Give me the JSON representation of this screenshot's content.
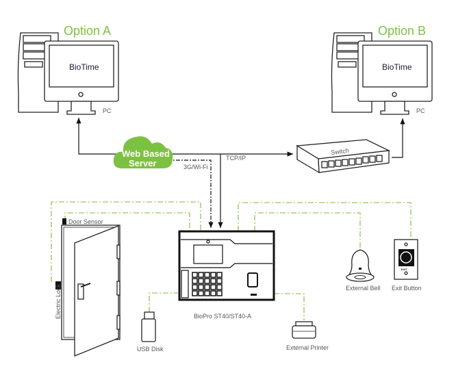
{
  "diagram": {
    "option_a": {
      "title": "Option A",
      "screen_text": "BioTime",
      "label": "PC"
    },
    "option_b": {
      "title": "Option B",
      "screen_text": "BioTime",
      "label": "PC"
    },
    "cloud": {
      "line1": "Web Based",
      "line2": "Server"
    },
    "switch_label": "Switch",
    "links": {
      "wifi": "3G/Wi-Fi",
      "tcpip": "TCP/IP"
    },
    "device_label": "BioPro ST40/ST40-A",
    "door_sensor": "Door Sensor",
    "electric_lock": "Electric Lock",
    "usb_disk": "USB Disk",
    "external_printer": "External Printer",
    "external_bell": "External Bell",
    "exit_button": "Exit Button",
    "exit_text": "EXIT",
    "colors": {
      "accent": "#7dc142",
      "cloud": "#7dc142"
    }
  }
}
